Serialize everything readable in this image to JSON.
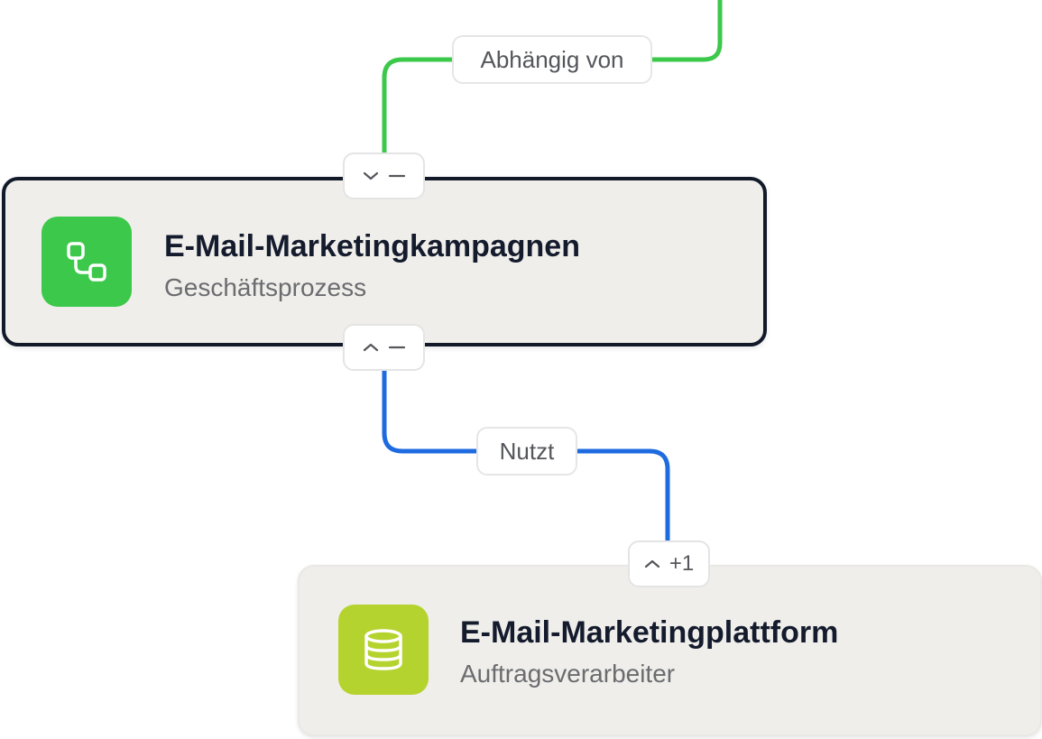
{
  "edges": [
    {
      "id": "depends-on",
      "label": "Abhängig von",
      "color": "#3cc84b"
    },
    {
      "id": "uses",
      "label": "Nutzt",
      "color": "#1e6be0"
    }
  ],
  "nodes": [
    {
      "id": "email-campaigns",
      "title": "E-Mail-Marketingkampagnen",
      "subtitle": "Geschäftsprozess",
      "icon": "process-icon",
      "icon_color": "#3cc84b",
      "selected": true,
      "top_handle": {
        "icon": "chevron-down-icon",
        "indicator": "minus-icon"
      },
      "bottom_handle": {
        "icon": "chevron-up-icon",
        "indicator": "minus-icon"
      }
    },
    {
      "id": "email-platform",
      "title": "E-Mail-Marketingplattform",
      "subtitle": "Auftragsverarbeiter",
      "icon": "database-icon",
      "icon_color": "#b5d32e",
      "selected": false,
      "top_handle": {
        "icon": "chevron-up-icon",
        "count": "+1"
      }
    }
  ]
}
